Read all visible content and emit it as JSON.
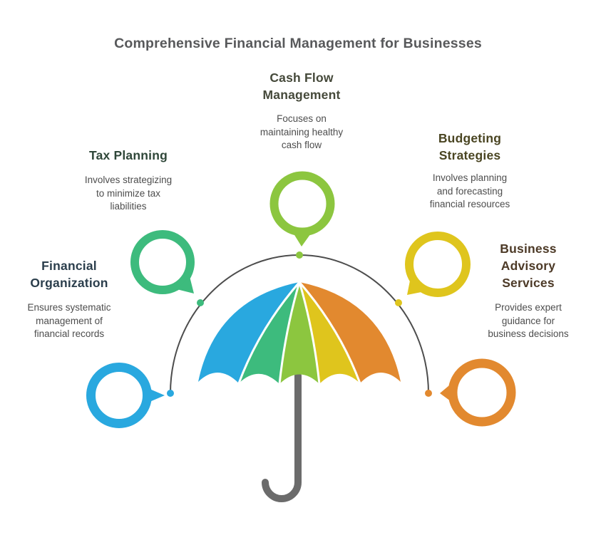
{
  "title": "Comprehensive Financial Management for Businesses",
  "colors": {
    "arc": "#4d4d4d",
    "handle": "#6b6b6b",
    "title_text": "#58595b",
    "desc_text": "#4d4d4d",
    "rib_gap": "#ffffff"
  },
  "sections": [
    {
      "id": "cash-flow-management",
      "heading": "Cash Flow\nManagement",
      "description": "Focuses on\nmaintaining healthy\ncash flow",
      "heading_color": "#45493a",
      "accent": "#8cc63f",
      "position": "top"
    },
    {
      "id": "tax-planning",
      "heading": "Tax Planning",
      "description": "Involves strategizing\nto minimize tax\nliabilities",
      "heading_color": "#2f4739",
      "accent": "#3dbb7d",
      "position": "upper-left"
    },
    {
      "id": "budgeting-strategies",
      "heading": "Budgeting\nStrategies",
      "description": "Involves planning\nand forecasting\nfinancial resources",
      "heading_color": "#4a4522",
      "accent": "#dfc51d",
      "position": "upper-right"
    },
    {
      "id": "financial-organization",
      "heading": "Financial\nOrganization",
      "description": "Ensures systematic\nmanagement of\nfinancial records",
      "heading_color": "#2b3e4c",
      "accent": "#29a8df",
      "position": "lower-left"
    },
    {
      "id": "business-advisory-services",
      "heading": "Business\nAdvisory\nServices",
      "description": "Provides expert\nguidance for\nbusiness decisions",
      "heading_color": "#4d3a27",
      "accent": "#e2892f",
      "position": "lower-right"
    }
  ]
}
